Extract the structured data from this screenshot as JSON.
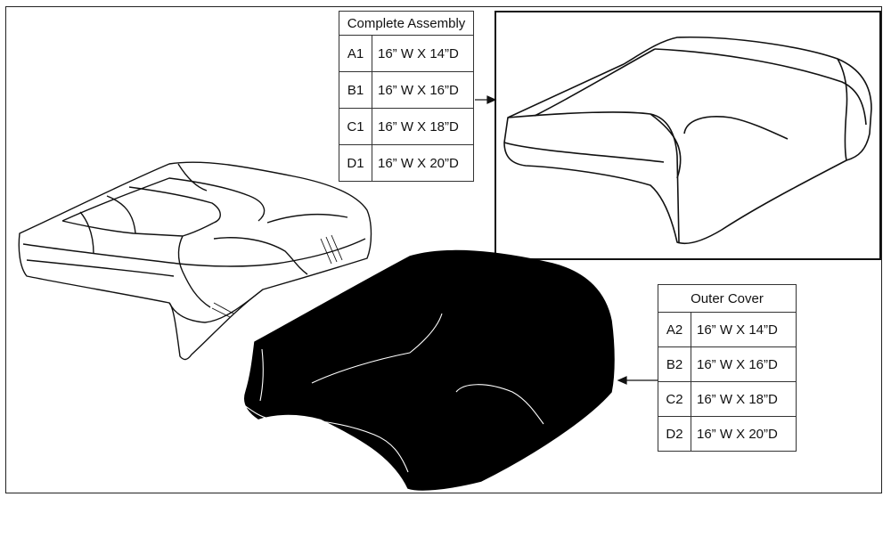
{
  "assembly_table": {
    "title": "Complete Assembly",
    "rows": [
      {
        "code": "A1",
        "size": "16” W X 14”D"
      },
      {
        "code": "B1",
        "size": "16” W X 16”D"
      },
      {
        "code": "C1",
        "size": "16” W X 18”D"
      },
      {
        "code": "D1",
        "size": "16” W X 20”D"
      }
    ]
  },
  "cover_table": {
    "title": "Outer Cover",
    "rows": [
      {
        "code": "A2",
        "size": "16” W X 14”D"
      },
      {
        "code": "B2",
        "size": "16” W X 16”D"
      },
      {
        "code": "C2",
        "size": "16” W X 18”D"
      },
      {
        "code": "D2",
        "size": "16” W X 20”D"
      }
    ]
  },
  "colors": {
    "line": "#111111",
    "cover_fill": "#000000",
    "background": "#ffffff"
  }
}
